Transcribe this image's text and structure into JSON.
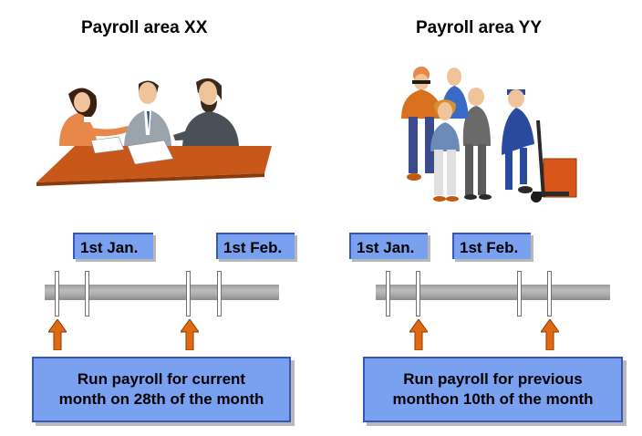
{
  "areas": [
    {
      "title": "Payroll area XX",
      "dates": [
        "1st Jan.",
        "1st Feb."
      ],
      "note_lines": [
        "Run payroll for current",
        "month on 28th of the month"
      ],
      "illustration": "office-meeting-clipart"
    },
    {
      "title": "Payroll area YY",
      "dates": [
        "1st Jan.",
        "1st Feb."
      ],
      "note_lines": [
        "Run payroll for previous",
        "monthon 10th of the month"
      ],
      "illustration": "workers-group-clipart"
    }
  ],
  "colors": {
    "box_fill": "#7aa0f0",
    "box_border": "#3856b8",
    "arrow": "#e06a10",
    "timeline": "#a8a8a8",
    "table": "#c8581a"
  }
}
